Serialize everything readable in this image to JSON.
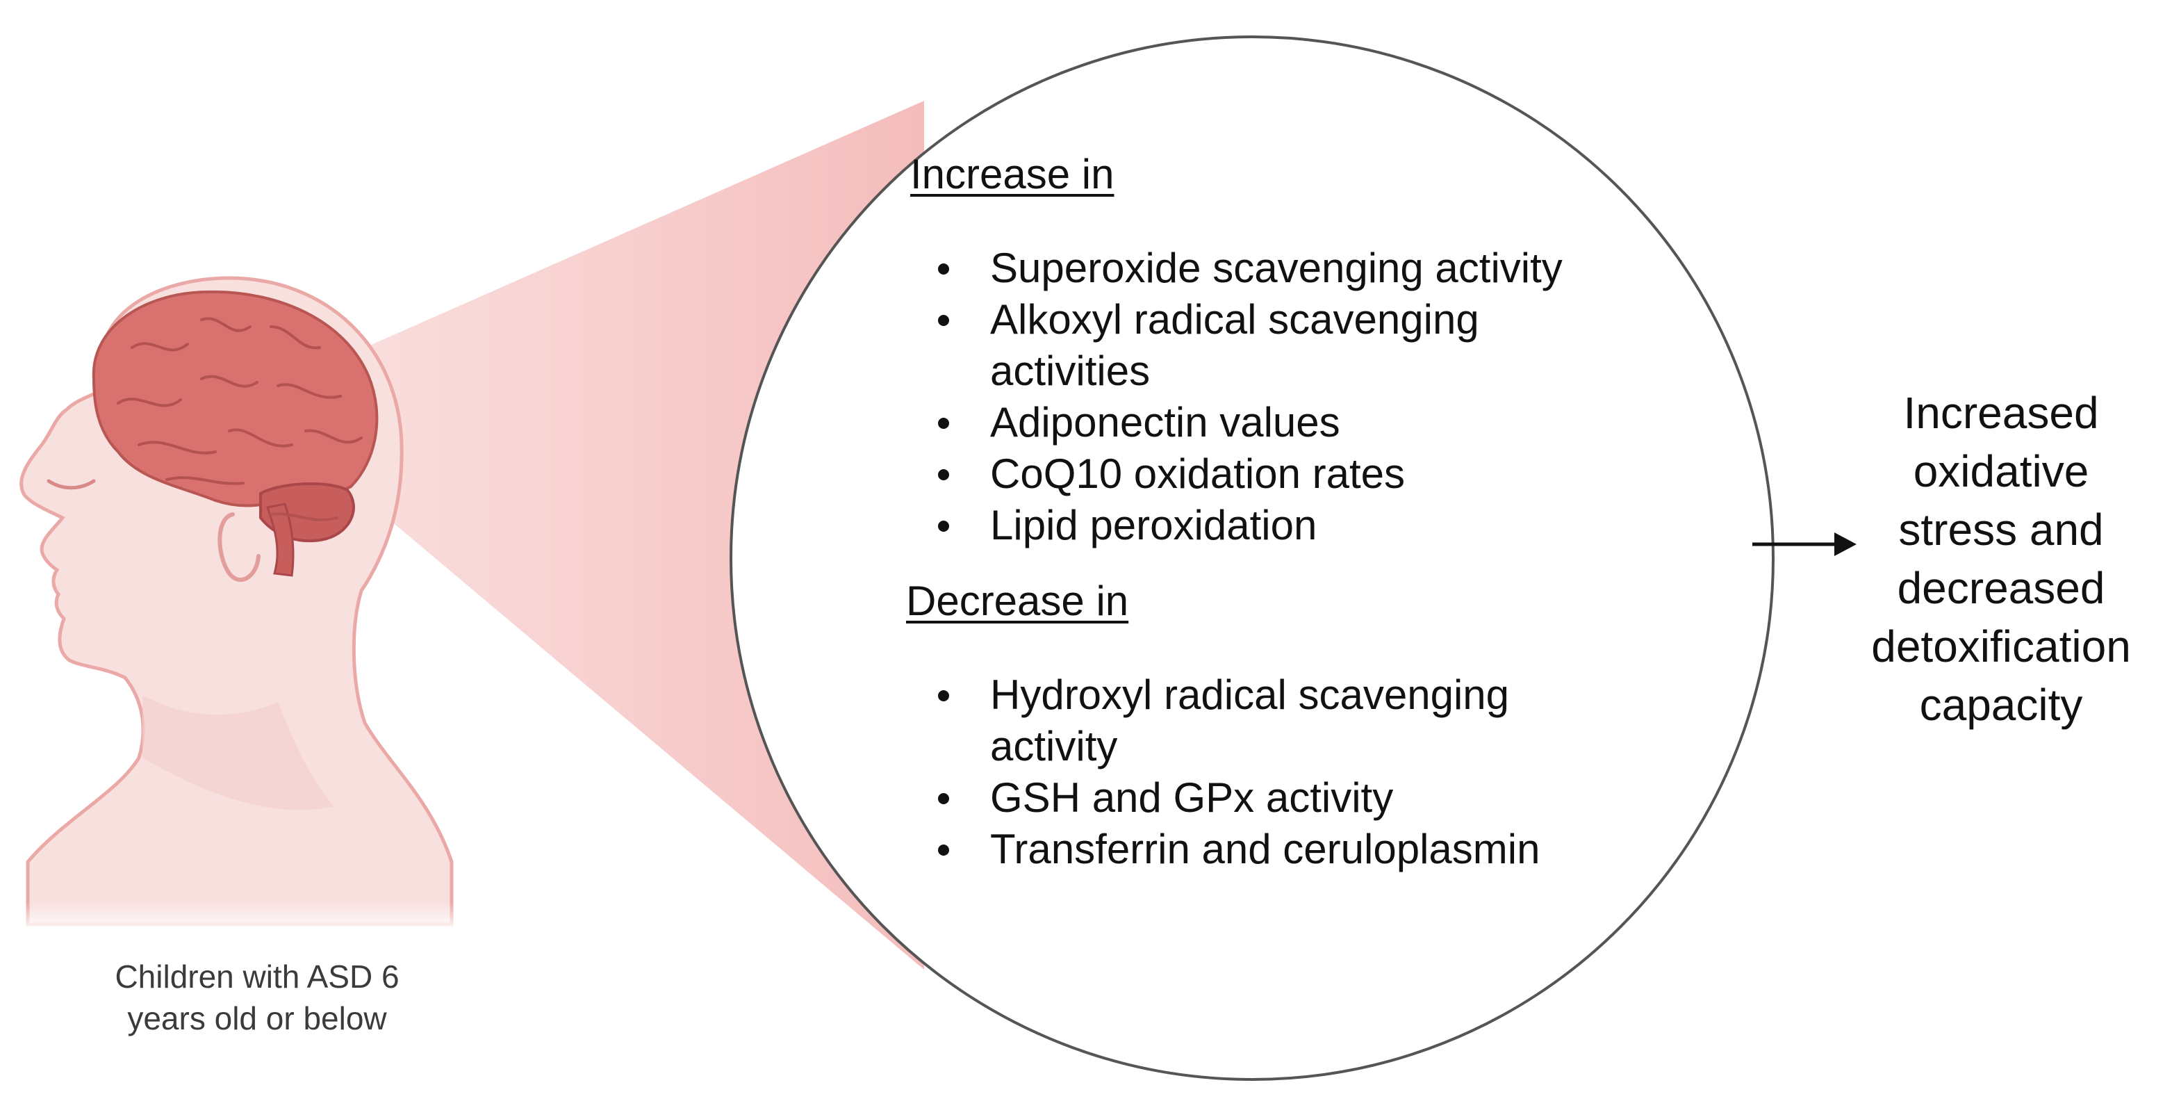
{
  "caption": {
    "line1": "Children with ASD 6",
    "line2": "years old or below"
  },
  "increase": {
    "heading": "Increase in",
    "items": [
      "Superoxide scavenging activity",
      "Alkoxyl radical scavenging",
      "activities",
      "Adiponectin values",
      "CoQ10 oxidation rates",
      "Lipid peroxidation"
    ]
  },
  "decrease": {
    "heading": "Decrease in",
    "items": [
      "Hydroxyl radical scavenging",
      "activity",
      "GSH and GPx activity",
      "Transferrin and ceruloplasmin"
    ]
  },
  "conclusion": {
    "lines": [
      "Increased",
      "oxidative",
      "stress and",
      "decreased",
      "detoxification",
      "capacity"
    ]
  },
  "colors": {
    "brain": "#d9726f",
    "skin": "#f7dedd",
    "outline": "#e7a3a1",
    "beam": "#f5c6c5",
    "circle_stroke": "#555555",
    "arrow": "#111111"
  },
  "icons": {
    "head": "human-head-brain-icon",
    "arrow": "right-arrow-icon"
  }
}
